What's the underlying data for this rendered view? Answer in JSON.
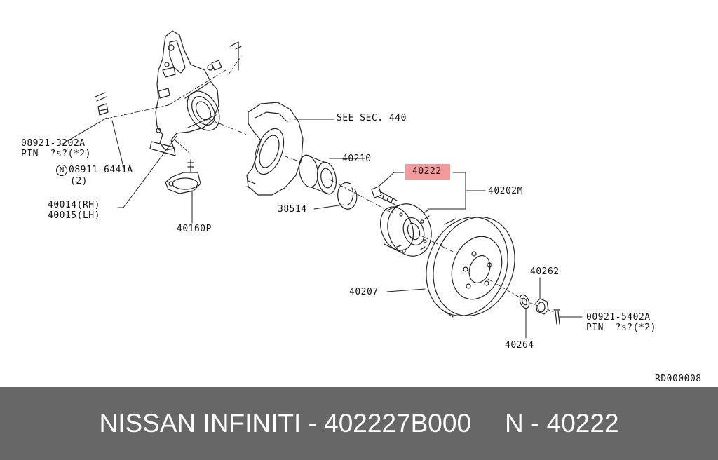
{
  "diagram": {
    "labels": {
      "see_sec": "SEE SEC. 440",
      "p40210": "40210",
      "p40222": "40222",
      "p40202m": "40202M",
      "p38514": "38514",
      "p40160p": "40160P",
      "p40207": "40207",
      "p40262": "40262",
      "p40264": "40264",
      "pin1_no": "08921-3202A",
      "pin1_desc": "PIN  ?s?(*2)",
      "nut_no": "08911-6441A",
      "nut_qty": "(2)",
      "knuckle_rh": "40014(RH)",
      "knuckle_lh": "40015(LH)",
      "pin2_no": "00921-5402A",
      "pin2_desc": "PIN  ?s?(*2)",
      "ref": "RD000008",
      "circle_n": "N"
    },
    "highlight_color": "#f39a9a"
  },
  "footer": {
    "brand": "NISSAN INFINITI - 402227B000",
    "ref": "N - 40222"
  }
}
